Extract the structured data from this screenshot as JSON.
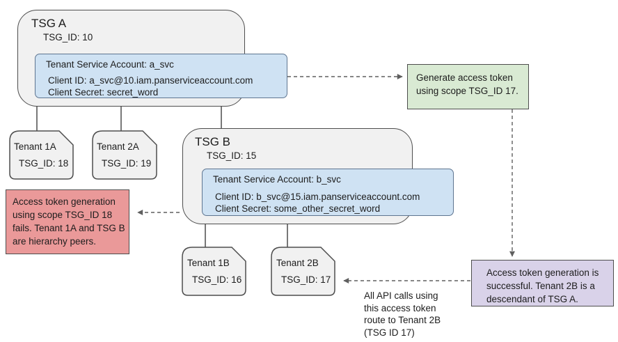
{
  "diagram": {
    "tsg_a": {
      "title": "TSG A",
      "id": "TSG_ID: 10"
    },
    "svc_a": {
      "title": "Tenant Service Account: a_svc",
      "client_id": "Client ID: a_svc@10.iam.panserviceaccount.com",
      "client_secret": "Client Secret: secret_word"
    },
    "tsg_b": {
      "title": "TSG B",
      "id": "TSG_ID: 15"
    },
    "svc_b": {
      "title": "Tenant Service Account: b_svc",
      "client_id": "Client ID: b_svc@15.iam.panserviceaccount.com",
      "client_secret": "Client Secret: some_other_secret_word"
    },
    "tenants": [
      {
        "name": "Tenant 1A",
        "id": "TSG_ID: 18"
      },
      {
        "name": "Tenant 2A",
        "id": "TSG_ID: 19"
      },
      {
        "name": "Tenant 1B",
        "id": "TSG_ID: 16"
      },
      {
        "name": "Tenant 2B",
        "id": "TSG_ID: 17"
      }
    ],
    "notes": {
      "generate": "Generate access token\nusing scope TSG_ID 17.",
      "fail": "Access token generation\nusing scope TSG_ID 18\nfails. Tenant 1A and TSG B\nare hierarchy peers.",
      "success": "Access token generation is\nsuccessful. Tenant 2B is a\ndescendant of TSG A.",
      "route": "All API calls using\nthis access token\nroute to Tenant 2B\n(TSG ID 17)"
    },
    "colors": {
      "container_fill": "#f1f1f1",
      "service_fill": "#cfe2f3",
      "generate_fill": "#d9ead3",
      "fail_fill": "#ea9999",
      "success_fill": "#d9d2e9"
    }
  }
}
